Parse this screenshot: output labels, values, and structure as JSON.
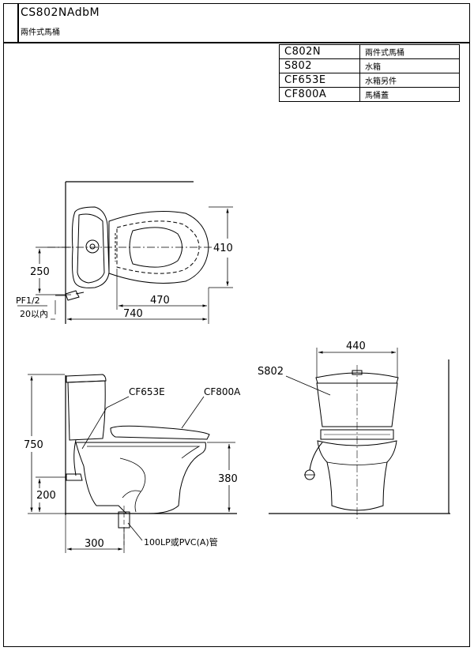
{
  "header": {
    "model": "CS802NAdbM",
    "subtitle": "兩件式馬桶"
  },
  "parts": [
    {
      "code": "C802N",
      "name": "兩件式馬桶"
    },
    {
      "code": "S802",
      "name": "水箱"
    },
    {
      "code": "CF653E",
      "name": "水箱另件"
    },
    {
      "code": "CF800A",
      "name": "馬桶蓋"
    }
  ],
  "plan_view": {
    "dim_width": "410",
    "dim_outlet": "250",
    "dim_seat": "470",
    "dim_length": "740",
    "inlet_label": "PF1/2",
    "inlet_note": "20以內"
  },
  "side_view": {
    "dim_height": "750",
    "dim_bowl": "380",
    "dim_inlet": "200",
    "dim_rough_in": "300",
    "label_fitting": "CF653E",
    "label_seat": "CF800A",
    "pipe_note": "100LP或PVC(A)管"
  },
  "front_view": {
    "dim_width": "440",
    "label_tank": "S802"
  }
}
